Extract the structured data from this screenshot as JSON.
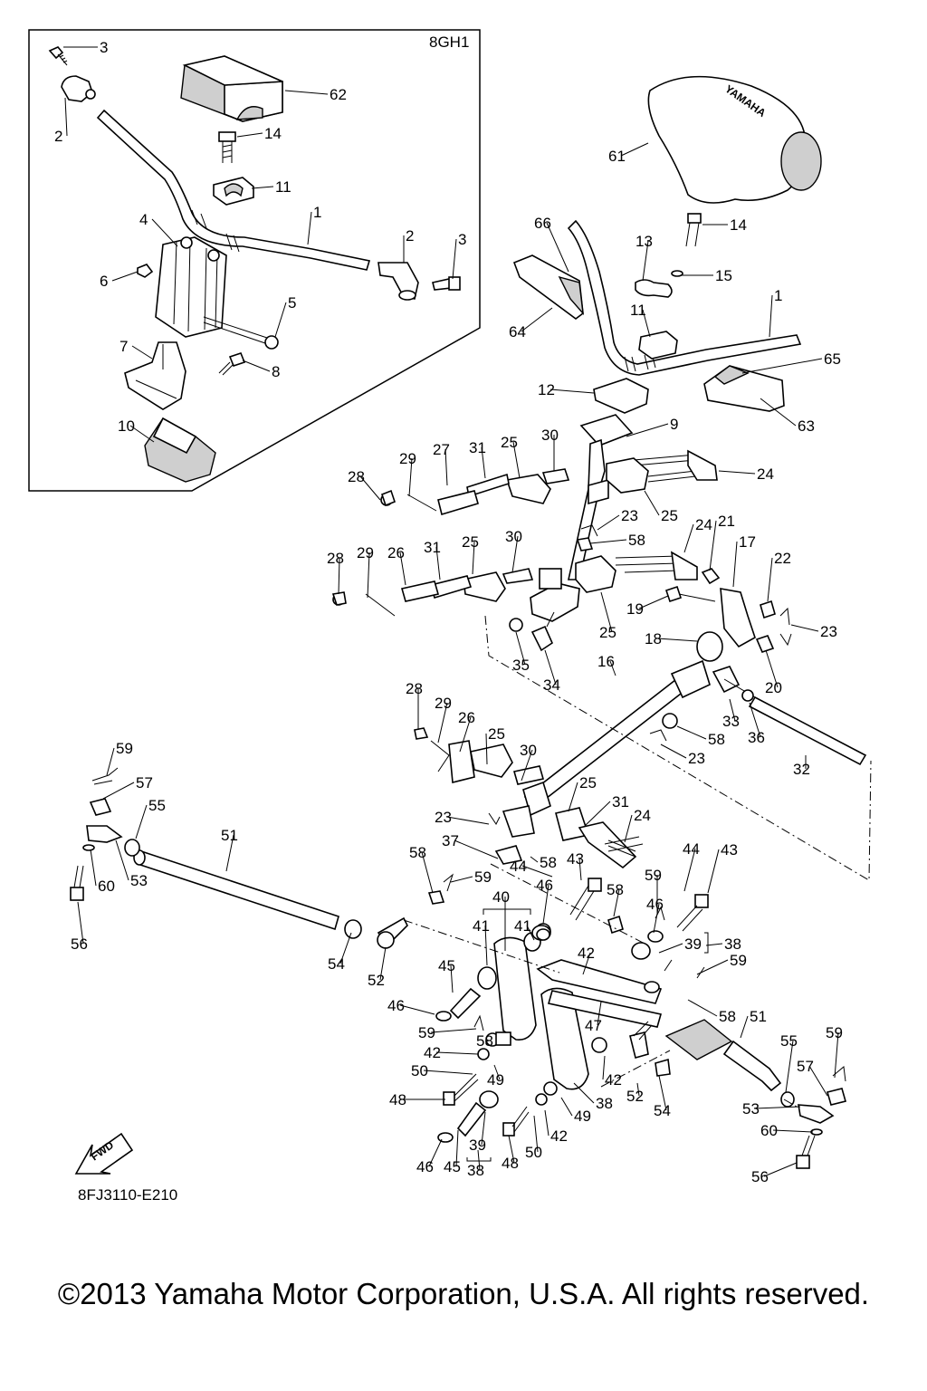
{
  "diagram": {
    "model_code": "8GH1",
    "drawing_code": "8FJ3110-E210",
    "fwd_label": "FWD",
    "callouts": [
      {
        "text": "3"
      },
      {
        "text": "2"
      },
      {
        "text": "62"
      },
      {
        "text": "14"
      },
      {
        "text": "11"
      },
      {
        "text": "4"
      },
      {
        "text": "1"
      },
      {
        "text": "2"
      },
      {
        "text": "3"
      },
      {
        "text": "6"
      },
      {
        "text": "5"
      },
      {
        "text": "7"
      },
      {
        "text": "8"
      },
      {
        "text": "10"
      },
      {
        "text": "61"
      },
      {
        "text": "66"
      },
      {
        "text": "14"
      },
      {
        "text": "13"
      },
      {
        "text": "15"
      },
      {
        "text": "1"
      },
      {
        "text": "64"
      },
      {
        "text": "11"
      },
      {
        "text": "65"
      },
      {
        "text": "12"
      },
      {
        "text": "63"
      },
      {
        "text": "9"
      },
      {
        "text": "28"
      },
      {
        "text": "29"
      },
      {
        "text": "27"
      },
      {
        "text": "31"
      },
      {
        "text": "25"
      },
      {
        "text": "30"
      },
      {
        "text": "24"
      },
      {
        "text": "25"
      },
      {
        "text": "23"
      },
      {
        "text": "58"
      },
      {
        "text": "24"
      },
      {
        "text": "21"
      },
      {
        "text": "17"
      },
      {
        "text": "22"
      },
      {
        "text": "28"
      },
      {
        "text": "29"
      },
      {
        "text": "26"
      },
      {
        "text": "31"
      },
      {
        "text": "25"
      },
      {
        "text": "30"
      },
      {
        "text": "19"
      },
      {
        "text": "23"
      },
      {
        "text": "25"
      },
      {
        "text": "35"
      },
      {
        "text": "34"
      },
      {
        "text": "18"
      },
      {
        "text": "20"
      },
      {
        "text": "16"
      },
      {
        "text": "28"
      },
      {
        "text": "29"
      },
      {
        "text": "26"
      },
      {
        "text": "25"
      },
      {
        "text": "30"
      },
      {
        "text": "33"
      },
      {
        "text": "36"
      },
      {
        "text": "58"
      },
      {
        "text": "23"
      },
      {
        "text": "32"
      },
      {
        "text": "59"
      },
      {
        "text": "57"
      },
      {
        "text": "55"
      },
      {
        "text": "51"
      },
      {
        "text": "60"
      },
      {
        "text": "53"
      },
      {
        "text": "56"
      },
      {
        "text": "25"
      },
      {
        "text": "31"
      },
      {
        "text": "23"
      },
      {
        "text": "24"
      },
      {
        "text": "37"
      },
      {
        "text": "58"
      },
      {
        "text": "44"
      },
      {
        "text": "43"
      },
      {
        "text": "44"
      },
      {
        "text": "43"
      },
      {
        "text": "58"
      },
      {
        "text": "59"
      },
      {
        "text": "46"
      },
      {
        "text": "58"
      },
      {
        "text": "59"
      },
      {
        "text": "46"
      },
      {
        "text": "40"
      },
      {
        "text": "41"
      },
      {
        "text": "41"
      },
      {
        "text": "39"
      },
      {
        "text": "38"
      },
      {
        "text": "54"
      },
      {
        "text": "52"
      },
      {
        "text": "42"
      },
      {
        "text": "59"
      },
      {
        "text": "45"
      },
      {
        "text": "46"
      },
      {
        "text": "47"
      },
      {
        "text": "58"
      },
      {
        "text": "51"
      },
      {
        "text": "59"
      },
      {
        "text": "58"
      },
      {
        "text": "42"
      },
      {
        "text": "50"
      },
      {
        "text": "49"
      },
      {
        "text": "42"
      },
      {
        "text": "52"
      },
      {
        "text": "54"
      },
      {
        "text": "55"
      },
      {
        "text": "59"
      },
      {
        "text": "48"
      },
      {
        "text": "38"
      },
      {
        "text": "49"
      },
      {
        "text": "57"
      },
      {
        "text": "53"
      },
      {
        "text": "42"
      },
      {
        "text": "60"
      },
      {
        "text": "50"
      },
      {
        "text": "39"
      },
      {
        "text": "48"
      },
      {
        "text": "56"
      },
      {
        "text": "46"
      },
      {
        "text": "45"
      },
      {
        "text": "38"
      }
    ]
  },
  "footer": {
    "copyright": "©2013 Yamaha Motor Corporation, U.S.A. All rights reserved."
  }
}
